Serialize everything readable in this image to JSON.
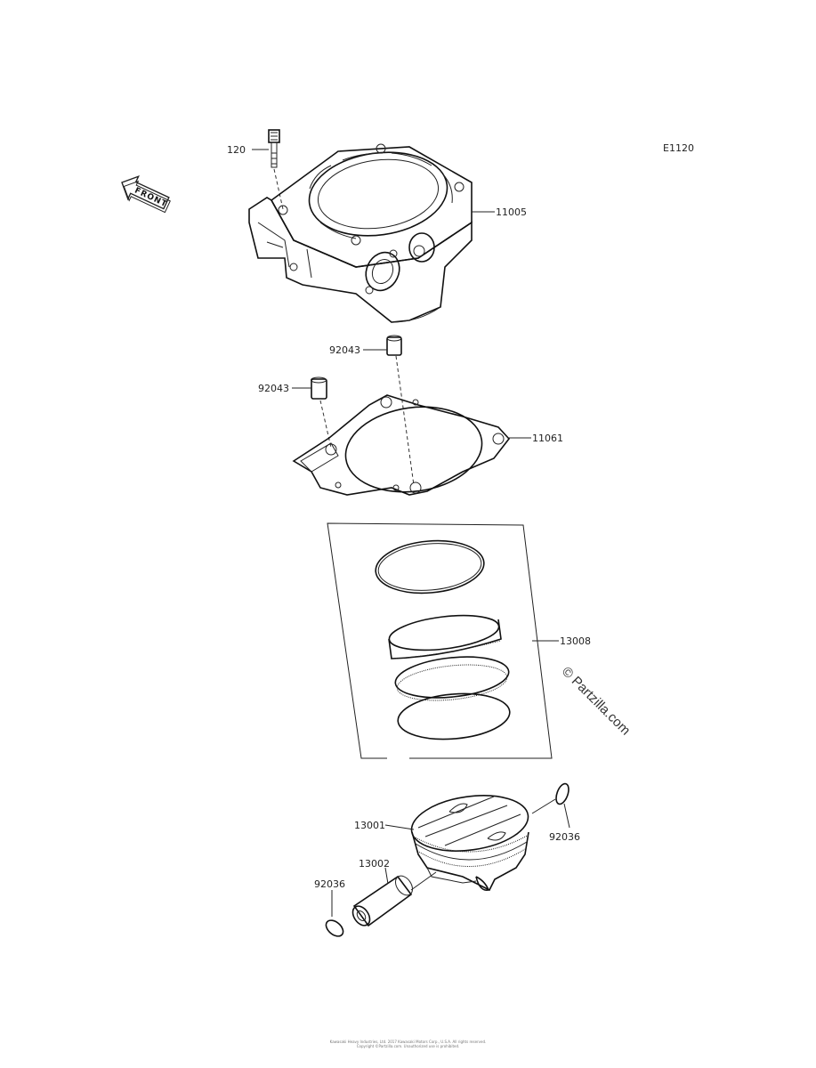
{
  "diagram": {
    "code": "E1120",
    "front_label": "FRONT",
    "parts": [
      {
        "number": "120"
      },
      {
        "number": "11005"
      },
      {
        "number": "92043"
      },
      {
        "number": "92043"
      },
      {
        "number": "11061"
      },
      {
        "number": "13008"
      },
      {
        "number": "13001"
      },
      {
        "number": "92036"
      },
      {
        "number": "13002"
      },
      {
        "number": "92036"
      }
    ]
  },
  "watermark": "© Partzilla.com",
  "footer": {
    "line1": "Kawasaki Heavy Industries, Ltd. 2017 Kawasaki Motors Corp., U.S.A. All rights reserved.",
    "line2": "Copyright ©Partzilla.com. Unauthorized use is prohibited."
  }
}
